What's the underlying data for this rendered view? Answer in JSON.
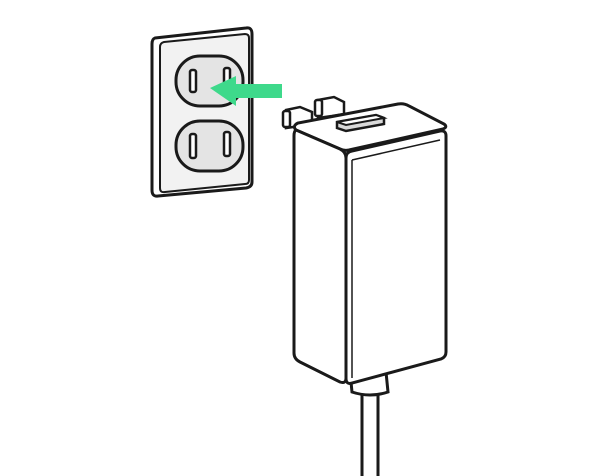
{
  "illustration": {
    "subject": "ac-adapter-plugging-into-wall-outlet",
    "colors": {
      "line": "#1a1a1a",
      "outlet_face": "#f2f2f2",
      "outlet_socket": "#e4e4e4",
      "adapter_body": "#ffffff",
      "adapter_shade": "#d9d9d9",
      "arrow": "#3ed98b"
    },
    "elements": [
      {
        "name": "wall-outlet-plate",
        "icon": "outlet"
      },
      {
        "name": "upper-socket",
        "icon": "socket"
      },
      {
        "name": "lower-socket",
        "icon": "socket"
      },
      {
        "name": "insert-direction-arrow",
        "icon": "arrow-left"
      },
      {
        "name": "ac-adapter-body",
        "icon": "adapter"
      },
      {
        "name": "adapter-prongs",
        "icon": "prong"
      },
      {
        "name": "adapter-cable",
        "icon": "cable"
      }
    ]
  }
}
